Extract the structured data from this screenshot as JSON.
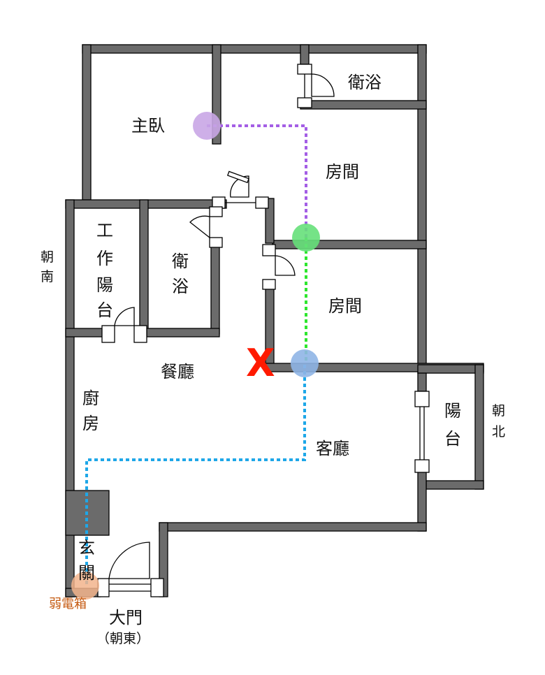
{
  "rooms": {
    "master_bedroom": "主臥",
    "bath_top": "衛浴",
    "room_upper": "房間",
    "utility_balcony": [
      "工",
      "作",
      "陽",
      "台"
    ],
    "bath_mid": [
      "衛",
      "浴"
    ],
    "room_lower": "房間",
    "dining": "餐廳",
    "kitchen": [
      "廚",
      "房"
    ],
    "living": "客廳",
    "balcony": [
      "陽",
      "台"
    ],
    "entry": [
      "玄",
      "關"
    ]
  },
  "orientation": {
    "west": [
      "朝",
      "南"
    ],
    "east": [
      "朝",
      "北"
    ],
    "main_door": "大門",
    "main_door_note": "（朝東）"
  },
  "annotations": {
    "weak_current_box": "弱電箱",
    "x_mark": "X"
  },
  "colors": {
    "wall_fill": "#6b6b6b",
    "wall_outline": "#000000",
    "purple_route": "#a45ee5",
    "green_route": "#2ee62e",
    "blue_route": "#1ea7e8",
    "purple_node": "#c9a6e6",
    "green_node": "#66e07a",
    "blue_node": "#8fb5e6",
    "orange_node": "#f2b48c",
    "x_color": "#ff1a00"
  }
}
